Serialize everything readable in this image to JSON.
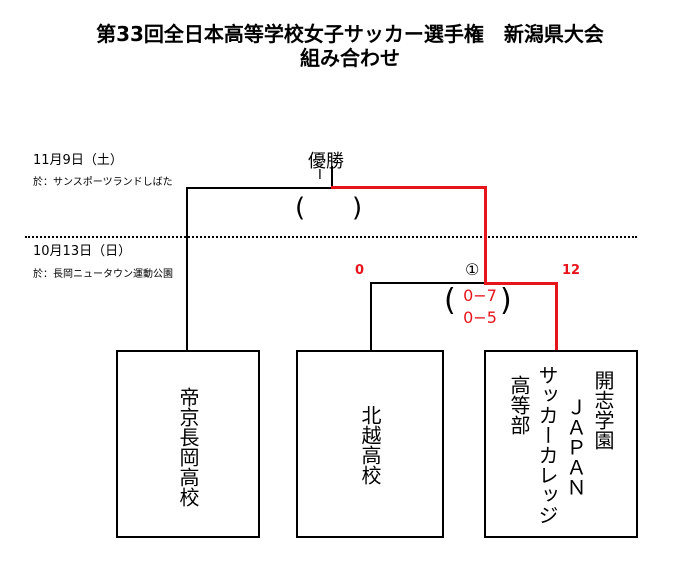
{
  "title_line1": "第33回全日本高等学校女子サッカー選手権　新潟県大会",
  "title_line2": "組み合わせ",
  "final": {
    "date": "11月9日（土）",
    "venue": "於：サンスポーツランドしばた",
    "winner_label": "優勝",
    "match_no": "I"
  },
  "semi": {
    "date": "10月13日（日）",
    "venue": "於：長岡ニュータウン運動公園",
    "match_no": "①",
    "score_left": "0",
    "score_right": "12",
    "period1": "0−7",
    "period2": "0−5"
  },
  "teams": [
    {
      "name": "帝京長岡高校"
    },
    {
      "name": "北越高校"
    },
    {
      "line1": "開志学園",
      "line2": "ＪＡＰＡＮ",
      "line3": "サッカーカレッジ",
      "line4": "高等部"
    }
  ],
  "colors": {
    "winner_path": "#e8141c",
    "line": "#000000"
  }
}
